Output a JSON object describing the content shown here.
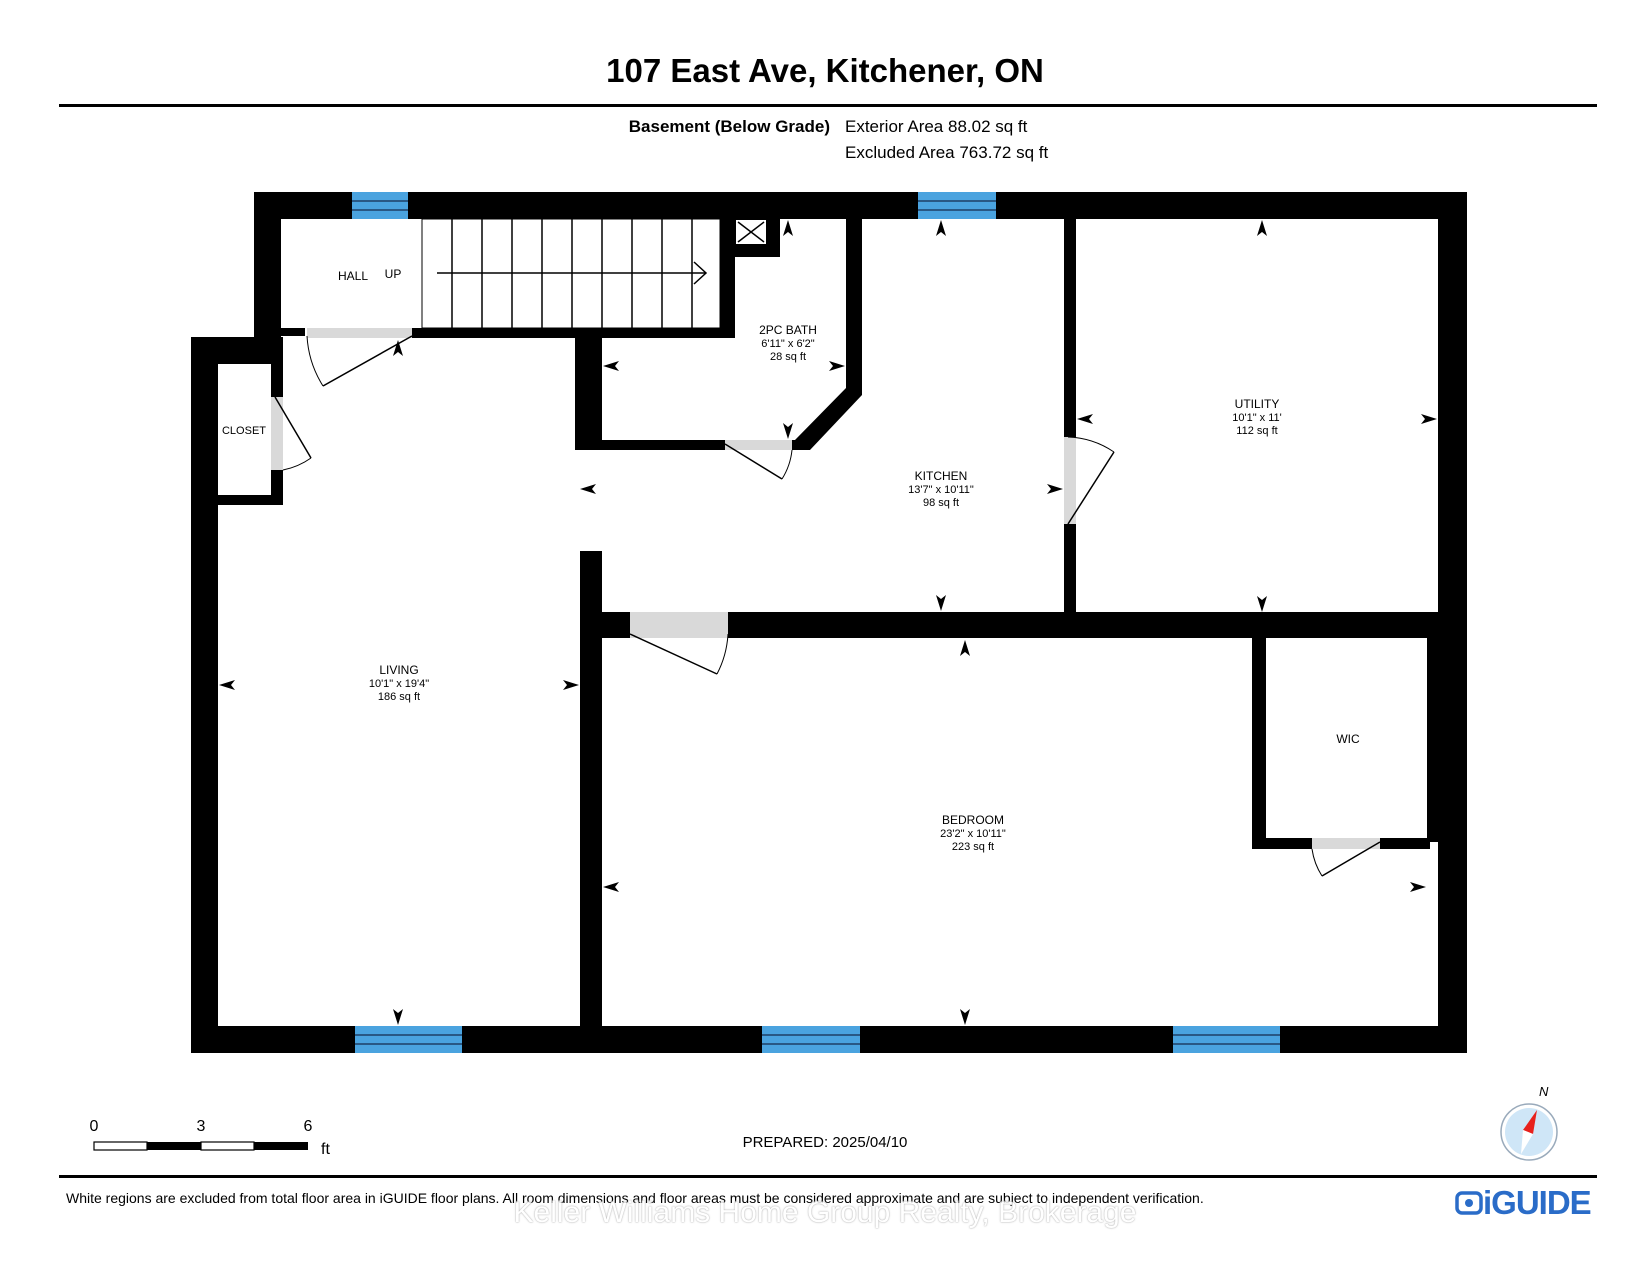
{
  "header": {
    "title": "107 East Ave, Kitchener, ON",
    "level_name": "Basement (Below Grade)",
    "exterior_area": "Exterior Area 88.02 sq ft",
    "excluded_area": "Excluded Area 763.72 sq ft"
  },
  "rooms": {
    "hall": {
      "name": "HALL"
    },
    "stairs": {
      "label": "UP"
    },
    "bath": {
      "name": "2PC BATH",
      "dims": "6'11\" x 6'2\"",
      "area": "28 sq ft"
    },
    "utility": {
      "name": "UTILITY",
      "dims": "10'1\" x 11'",
      "area": "112 sq ft"
    },
    "closet": {
      "name": "CLOSET"
    },
    "kitchen": {
      "name": "KITCHEN",
      "dims": "13'7\" x 10'11\"",
      "area": "98 sq ft"
    },
    "living": {
      "name": "LIVING",
      "dims": "10'1\" x 19'4\"",
      "area": "186 sq ft"
    },
    "wic": {
      "name": "WIC"
    },
    "bedroom": {
      "name": "BEDROOM",
      "dims": "23'2\" x 10'11\"",
      "area": "223 sq ft"
    }
  },
  "scale_bar": {
    "ticks": [
      "0",
      "3",
      "6"
    ],
    "unit": "ft"
  },
  "compass": {
    "label": "N",
    "icon": "north-compass-icon"
  },
  "prepared": "PREPARED: 2025/04/10",
  "footer": {
    "disclaimer": "White regions are excluded from total floor area in iGUIDE floor plans. All room dimensions and floor areas must be considered approximate and are subject to independent verification.",
    "watermark": "Keller Williams Home Group Realty, Brokerage",
    "brand": "iGUIDE",
    "brand_icon": "iguide-camera-icon"
  },
  "colors": {
    "wall": "#000000",
    "window": "#4aa3df",
    "door_swing": "#d9d9d9",
    "brand": "#2a6cc8",
    "compass_needle": "#e8211c",
    "compass_face": "#cfe6f7"
  }
}
